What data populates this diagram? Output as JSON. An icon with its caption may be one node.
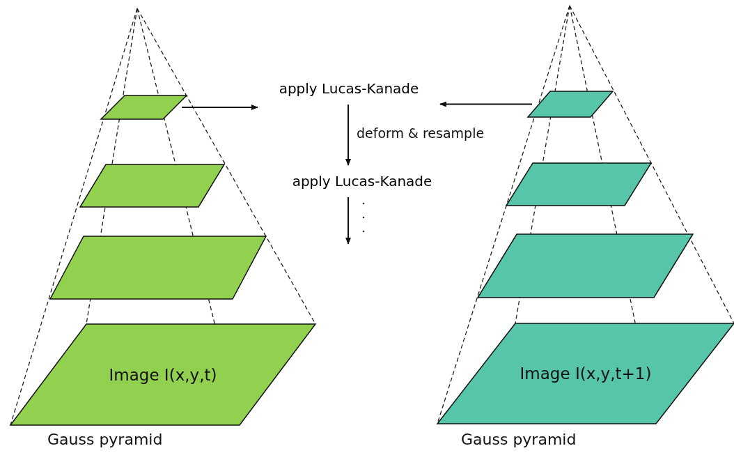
{
  "diagram": {
    "nodes": [
      {
        "text": [],
        "shape": "parallelogram"
      },
      {
        "text": [],
        "shape": "parallelogram"
      },
      {
        "text": [],
        "shape": "parallelogram"
      },
      {
        "text": [
          "Image I(x,y,t)"
        ]
      },
      {
        "text": [
          "apply Lucas-Kanade"
        ]
      },
      {
        "text": [
          "apply Lucas-Kanade"
        ]
      },
      {
        "text": [],
        "shape": "parallelogram"
      },
      {
        "text": [],
        "shape": "parallelogram"
      },
      {
        "text": [],
        "shape": "parallelogram"
      },
      {
        "text": [
          "Image I(x,y,t+1)"
        ]
      }
    ],
    "edges": [
      {
        "from": 0,
        "to": 4,
        "arrow": "to"
      },
      {
        "from": 6,
        "to": 4,
        "arrow": "to"
      },
      {
        "from": 4,
        "to": 5,
        "arrow": "to",
        "label": "deform & resample"
      },
      {
        "from": 5,
        "to": null,
        "arrow": "to"
      }
    ],
    "labels": [
      "Gauss pyramid",
      "Gauss pyramid"
    ]
  }
}
